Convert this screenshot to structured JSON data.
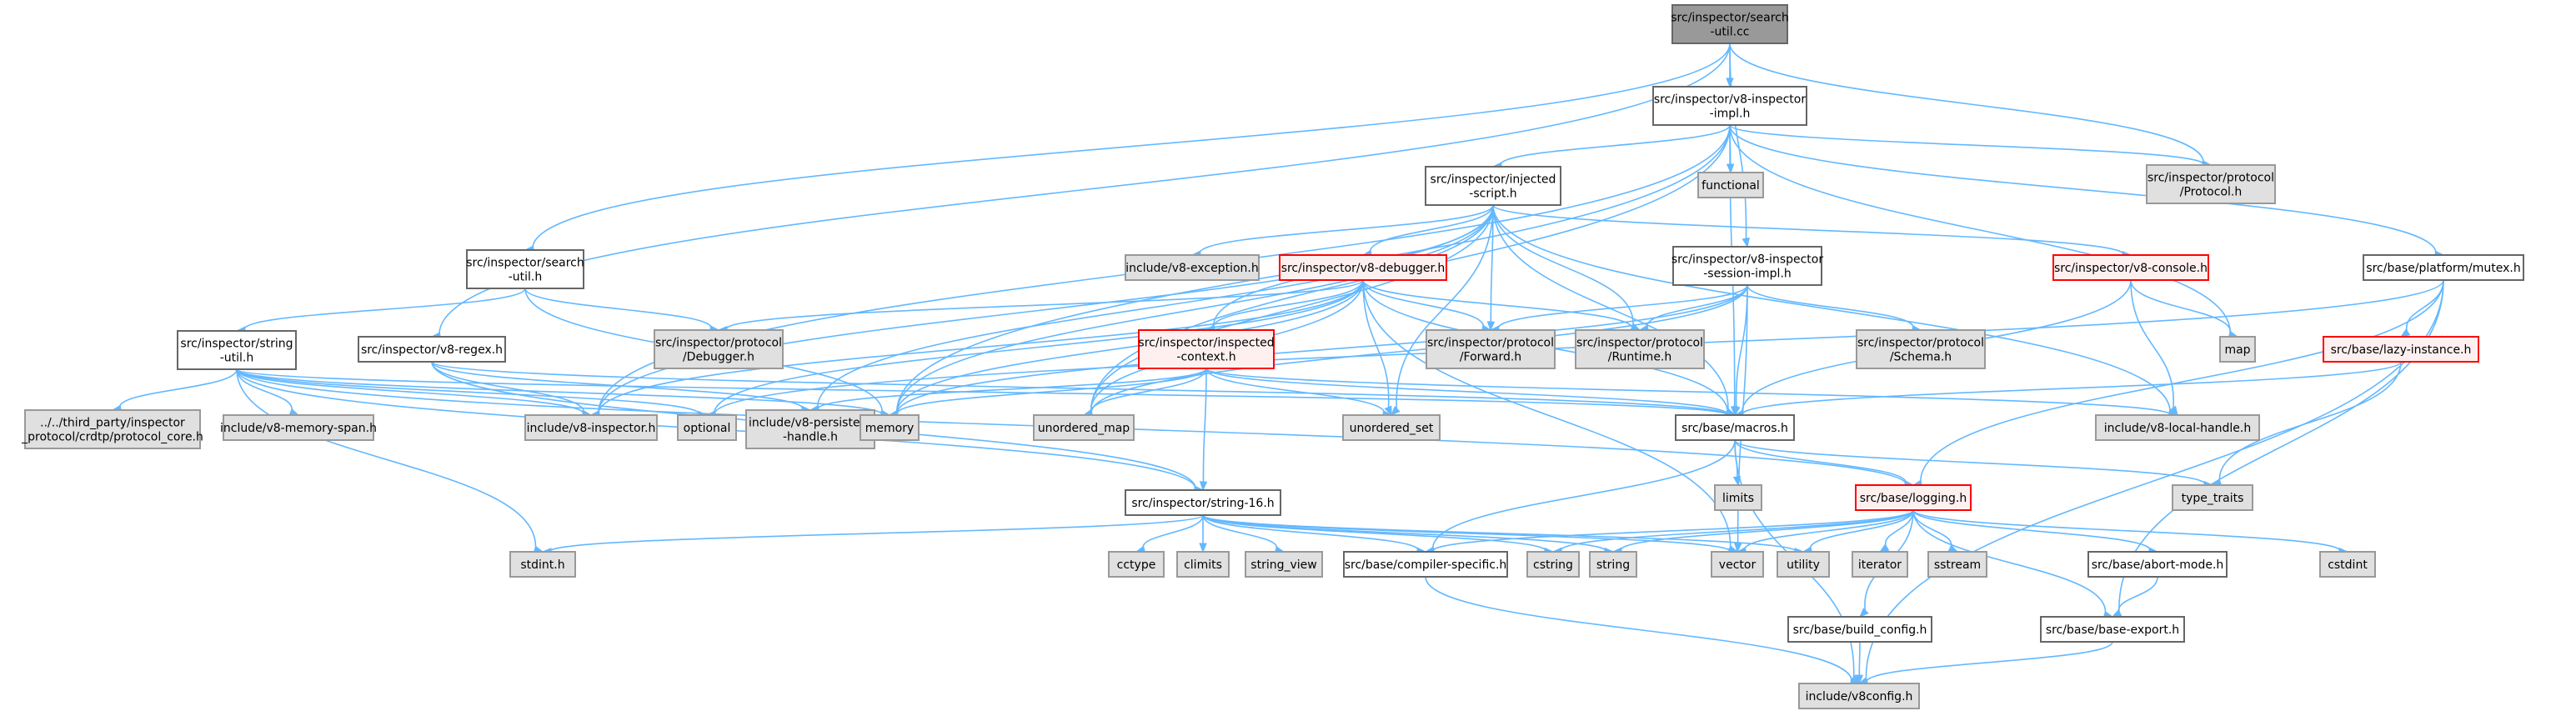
{
  "colors": {
    "edge": "#63b8ff",
    "root_fill": "#999999",
    "system_fill": "#e0e0e0",
    "system_border": "#999999",
    "file_border": "#666666",
    "incomplete_border": "#ff0000",
    "incomplete_fill": "#fff0f0"
  },
  "nodes": [
    {
      "id": "search_util_cc",
      "kind": "root",
      "lines": [
        "src/inspector/search",
        "-util.cc"
      ]
    },
    {
      "id": "v8_inspector_impl",
      "kind": "file",
      "lines": [
        "src/inspector/v8-inspector",
        "-impl.h"
      ]
    },
    {
      "id": "injected_script",
      "kind": "file",
      "lines": [
        "src/inspector/injected",
        "-script.h"
      ]
    },
    {
      "id": "functional",
      "kind": "system",
      "lines": [
        "functional"
      ]
    },
    {
      "id": "protocol_h",
      "kind": "system",
      "lines": [
        "src/inspector/protocol",
        "/Protocol.h"
      ]
    },
    {
      "id": "search_util_h",
      "kind": "file",
      "lines": [
        "src/inspector/search",
        "-util.h"
      ]
    },
    {
      "id": "v8_exception",
      "kind": "system",
      "lines": [
        "include/v8-exception.h"
      ]
    },
    {
      "id": "v8_debugger",
      "kind": "incomplete",
      "lines": [
        "src/inspector/v8-debugger.h"
      ]
    },
    {
      "id": "session_impl",
      "kind": "file",
      "lines": [
        "src/inspector/v8-inspector",
        "-session-impl.h"
      ]
    },
    {
      "id": "v8_console",
      "kind": "incomplete",
      "lines": [
        "src/inspector/v8-console.h"
      ]
    },
    {
      "id": "mutex",
      "kind": "file",
      "lines": [
        "src/base/platform/mutex.h"
      ]
    },
    {
      "id": "string_util",
      "kind": "file",
      "lines": [
        "src/inspector/string",
        "-util.h"
      ]
    },
    {
      "id": "v8_regex",
      "kind": "file",
      "lines": [
        "src/inspector/v8-regex.h"
      ]
    },
    {
      "id": "debugger_h",
      "kind": "system",
      "lines": [
        "src/inspector/protocol",
        "/Debugger.h"
      ]
    },
    {
      "id": "inspected_context",
      "kind": "incomplete",
      "lines": [
        "src/inspector/inspected",
        "-context.h"
      ]
    },
    {
      "id": "forward_h",
      "kind": "system",
      "lines": [
        "src/inspector/protocol",
        "/Forward.h"
      ]
    },
    {
      "id": "runtime_h",
      "kind": "system",
      "lines": [
        "src/inspector/protocol",
        "/Runtime.h"
      ]
    },
    {
      "id": "schema_h",
      "kind": "system",
      "lines": [
        "src/inspector/protocol",
        "/Schema.h"
      ]
    },
    {
      "id": "map",
      "kind": "system",
      "lines": [
        "map"
      ]
    },
    {
      "id": "lazy_instance",
      "kind": "incomplete",
      "lines": [
        "src/base/lazy-instance.h"
      ]
    },
    {
      "id": "protocol_core",
      "kind": "system",
      "lines": [
        "../../third_party/inspector",
        "_protocol/crdtp/protocol_core.h"
      ]
    },
    {
      "id": "memory_span",
      "kind": "system",
      "lines": [
        "include/v8-memory-span.h"
      ]
    },
    {
      "id": "v8_inspector_h",
      "kind": "system",
      "lines": [
        "include/v8-inspector.h"
      ]
    },
    {
      "id": "optional",
      "kind": "system",
      "lines": [
        "optional"
      ]
    },
    {
      "id": "persistent_handle",
      "kind": "system",
      "lines": [
        "include/v8-persistent",
        "-handle.h"
      ]
    },
    {
      "id": "memory",
      "kind": "system",
      "lines": [
        "memory"
      ]
    },
    {
      "id": "unordered_map",
      "kind": "system",
      "lines": [
        "unordered_map"
      ]
    },
    {
      "id": "unordered_set",
      "kind": "system",
      "lines": [
        "unordered_set"
      ]
    },
    {
      "id": "macros",
      "kind": "file",
      "lines": [
        "src/base/macros.h"
      ]
    },
    {
      "id": "local_handle",
      "kind": "system",
      "lines": [
        "include/v8-local-handle.h"
      ]
    },
    {
      "id": "limits",
      "kind": "system",
      "lines": [
        "limits"
      ]
    },
    {
      "id": "logging",
      "kind": "incomplete",
      "lines": [
        "src/base/logging.h"
      ]
    },
    {
      "id": "type_traits",
      "kind": "system",
      "lines": [
        "type_traits"
      ]
    },
    {
      "id": "string_16",
      "kind": "file",
      "lines": [
        "src/inspector/string-16.h"
      ]
    },
    {
      "id": "stdint",
      "kind": "system",
      "lines": [
        "stdint.h"
      ]
    },
    {
      "id": "cctype",
      "kind": "system",
      "lines": [
        "cctype"
      ]
    },
    {
      "id": "climits",
      "kind": "system",
      "lines": [
        "climits"
      ]
    },
    {
      "id": "string_view",
      "kind": "system",
      "lines": [
        "string_view"
      ]
    },
    {
      "id": "compiler_specific",
      "kind": "file",
      "lines": [
        "src/base/compiler-specific.h"
      ]
    },
    {
      "id": "cstring",
      "kind": "system",
      "lines": [
        "cstring"
      ]
    },
    {
      "id": "string",
      "kind": "system",
      "lines": [
        "string"
      ]
    },
    {
      "id": "vector",
      "kind": "system",
      "lines": [
        "vector"
      ]
    },
    {
      "id": "utility",
      "kind": "system",
      "lines": [
        "utility"
      ]
    },
    {
      "id": "iterator",
      "kind": "system",
      "lines": [
        "iterator"
      ]
    },
    {
      "id": "sstream",
      "kind": "system",
      "lines": [
        "sstream"
      ]
    },
    {
      "id": "abort_mode",
      "kind": "file",
      "lines": [
        "src/base/abort-mode.h"
      ]
    },
    {
      "id": "cstdint",
      "kind": "system",
      "lines": [
        "cstdint"
      ]
    },
    {
      "id": "build_config",
      "kind": "file",
      "lines": [
        "src/base/build_config.h"
      ]
    },
    {
      "id": "base_export",
      "kind": "file",
      "lines": [
        "src/base/base-export.h"
      ]
    },
    {
      "id": "v8config",
      "kind": "system",
      "lines": [
        "include/v8config.h"
      ]
    }
  ],
  "edges": [
    [
      "search_util_cc",
      "v8_inspector_impl"
    ],
    [
      "search_util_cc",
      "protocol_h"
    ],
    [
      "search_util_cc",
      "search_util_h"
    ],
    [
      "search_util_cc",
      "session_impl"
    ],
    [
      "search_util_cc",
      "v8_regex"
    ],
    [
      "v8_inspector_impl",
      "injected_script"
    ],
    [
      "v8_inspector_impl",
      "functional"
    ],
    [
      "v8_inspector_impl",
      "protocol_h"
    ],
    [
      "v8_inspector_impl",
      "mutex"
    ],
    [
      "v8_inspector_impl",
      "map"
    ],
    [
      "v8_inspector_impl",
      "macros"
    ],
    [
      "v8_inspector_impl",
      "v8_inspector_h"
    ],
    [
      "v8_inspector_impl",
      "memory"
    ],
    [
      "v8_inspector_impl",
      "unordered_map"
    ],
    [
      "injected_script",
      "v8_exception"
    ],
    [
      "injected_script",
      "v8_debugger"
    ],
    [
      "injected_script",
      "v8_console"
    ],
    [
      "injected_script",
      "inspected_context"
    ],
    [
      "injected_script",
      "forward_h"
    ],
    [
      "injected_script",
      "runtime_h"
    ],
    [
      "injected_script",
      "macros"
    ],
    [
      "injected_script",
      "local_handle"
    ],
    [
      "injected_script",
      "persistent_handle"
    ],
    [
      "injected_script",
      "v8_inspector_h"
    ],
    [
      "injected_script",
      "memory"
    ],
    [
      "injected_script",
      "unordered_map"
    ],
    [
      "injected_script",
      "unordered_set"
    ],
    [
      "search_util_h",
      "string_util"
    ],
    [
      "search_util_h",
      "debugger_h"
    ],
    [
      "search_util_h",
      "memory"
    ],
    [
      "v8_debugger",
      "inspected_context"
    ],
    [
      "v8_debugger",
      "debugger_h"
    ],
    [
      "v8_debugger",
      "forward_h"
    ],
    [
      "v8_debugger",
      "runtime_h"
    ],
    [
      "v8_debugger",
      "macros"
    ],
    [
      "v8_debugger",
      "v8_inspector_h"
    ],
    [
      "v8_debugger",
      "optional"
    ],
    [
      "v8_debugger",
      "memory"
    ],
    [
      "v8_debugger",
      "unordered_map"
    ],
    [
      "v8_debugger",
      "unordered_set"
    ],
    [
      "v8_debugger",
      "vector"
    ],
    [
      "session_impl",
      "forward_h"
    ],
    [
      "session_impl",
      "runtime_h"
    ],
    [
      "session_impl",
      "schema_h"
    ],
    [
      "session_impl",
      "macros"
    ],
    [
      "session_impl",
      "memory"
    ],
    [
      "session_impl",
      "vector"
    ],
    [
      "session_impl",
      "unordered_map"
    ],
    [
      "v8_console",
      "map"
    ],
    [
      "v8_console",
      "macros"
    ],
    [
      "v8_console",
      "local_handle"
    ],
    [
      "mutex",
      "lazy_instance"
    ],
    [
      "mutex",
      "logging"
    ],
    [
      "mutex",
      "base_export"
    ],
    [
      "mutex",
      "v8config"
    ],
    [
      "mutex",
      "optional"
    ],
    [
      "lazy_instance",
      "macros"
    ],
    [
      "lazy_instance",
      "type_traits"
    ],
    [
      "string_util",
      "protocol_core"
    ],
    [
      "string_util",
      "memory_span"
    ],
    [
      "string_util",
      "v8_inspector_h"
    ],
    [
      "string_util",
      "optional"
    ],
    [
      "string_util",
      "string_16"
    ],
    [
      "string_util",
      "logging"
    ],
    [
      "string_util",
      "macros"
    ],
    [
      "string_util",
      "stdint"
    ],
    [
      "string_util",
      "memory"
    ],
    [
      "v8_regex",
      "string_16"
    ],
    [
      "v8_regex",
      "v8_inspector_h"
    ],
    [
      "v8_regex",
      "macros"
    ],
    [
      "v8_regex",
      "persistent_handle"
    ],
    [
      "inspected_context",
      "string_16"
    ],
    [
      "inspected_context",
      "macros"
    ],
    [
      "inspected_context",
      "local_handle"
    ],
    [
      "inspected_context",
      "persistent_handle"
    ],
    [
      "inspected_context",
      "unordered_map"
    ],
    [
      "inspected_context",
      "unordered_set"
    ],
    [
      "inspected_context",
      "memory"
    ],
    [
      "macros",
      "limits"
    ],
    [
      "macros",
      "logging"
    ],
    [
      "macros",
      "type_traits"
    ],
    [
      "macros",
      "compiler_specific"
    ],
    [
      "macros",
      "v8config"
    ],
    [
      "string_16",
      "stdint"
    ],
    [
      "string_16",
      "cctype"
    ],
    [
      "string_16",
      "climits"
    ],
    [
      "string_16",
      "string_view"
    ],
    [
      "string_16",
      "compiler_specific"
    ],
    [
      "string_16",
      "cstring"
    ],
    [
      "string_16",
      "string"
    ],
    [
      "string_16",
      "vector"
    ],
    [
      "string_16",
      "utility"
    ],
    [
      "logging",
      "compiler_specific"
    ],
    [
      "logging",
      "cstring"
    ],
    [
      "logging",
      "string"
    ],
    [
      "logging",
      "vector"
    ],
    [
      "logging",
      "utility"
    ],
    [
      "logging",
      "iterator"
    ],
    [
      "logging",
      "sstream"
    ],
    [
      "logging",
      "abort_mode"
    ],
    [
      "logging",
      "cstdint"
    ],
    [
      "logging",
      "build_config"
    ],
    [
      "logging",
      "base_export"
    ],
    [
      "abort_mode",
      "base_export"
    ],
    [
      "build_config",
      "v8config"
    ],
    [
      "compiler_specific",
      "v8config"
    ],
    [
      "base_export",
      "v8config"
    ]
  ]
}
